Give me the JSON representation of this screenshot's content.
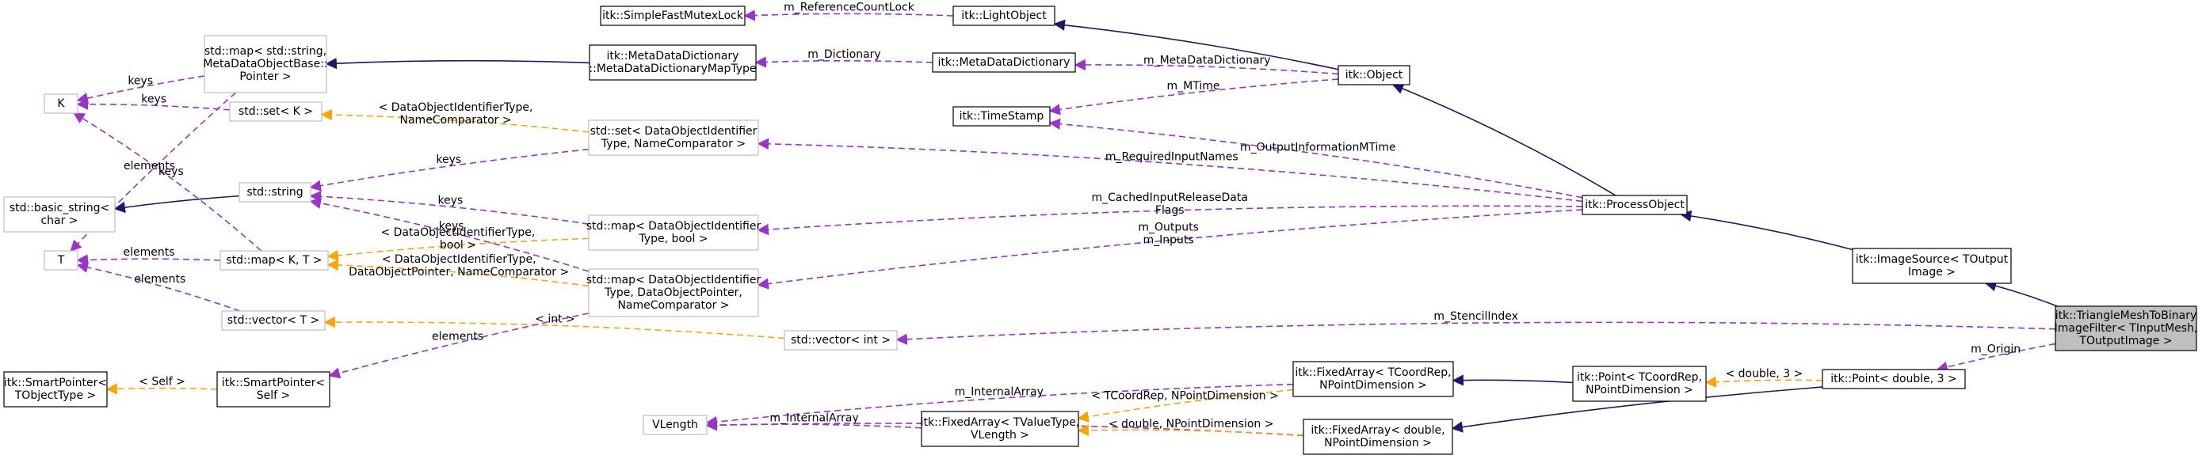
{
  "nodes": [
    {
      "id": "simplefastmutexlock",
      "style": "solid",
      "lines": [
        "itk::SimpleFastMutexLock"
      ]
    },
    {
      "id": "lightobject",
      "style": "solid",
      "lines": [
        "itk::LightObject"
      ]
    },
    {
      "id": "stdmap-string",
      "style": "gray",
      "lines": [
        "std::map< std::string,",
        "MetaDataObjectBase::",
        "Pointer >"
      ]
    },
    {
      "id": "mddict-maptype",
      "style": "solid",
      "lines": [
        "itk::MetaDataDictionary",
        "::MetaDataDictionaryMapType"
      ]
    },
    {
      "id": "mddict",
      "style": "solid",
      "lines": [
        "itk::MetaDataDictionary"
      ]
    },
    {
      "id": "object",
      "style": "solid",
      "lines": [
        "itk::Object"
      ]
    },
    {
      "id": "K",
      "style": "gray",
      "lines": [
        "K"
      ]
    },
    {
      "id": "stdset-K",
      "style": "gray",
      "lines": [
        "std::set< K >"
      ]
    },
    {
      "id": "timestamp",
      "style": "solid",
      "lines": [
        "itk::TimeStamp"
      ]
    },
    {
      "id": "stdset-dataobj",
      "style": "gray",
      "lines": [
        "std::set< DataObjectIdentifier",
        "Type, NameComparator >"
      ]
    },
    {
      "id": "stdstring",
      "style": "gray",
      "lines": [
        "std::string"
      ]
    },
    {
      "id": "basicstring",
      "style": "gray",
      "lines": [
        "std::basic_string<",
        "char >"
      ]
    },
    {
      "id": "processobject",
      "style": "solid",
      "lines": [
        "itk::ProcessObject"
      ]
    },
    {
      "id": "stdmap-bool",
      "style": "gray",
      "lines": [
        "std::map< DataObjectIdentifier",
        "Type, bool >"
      ]
    },
    {
      "id": "T",
      "style": "gray",
      "lines": [
        "T"
      ]
    },
    {
      "id": "stdmap-KT",
      "style": "gray",
      "lines": [
        "std::map< K, T >"
      ]
    },
    {
      "id": "stdmap-dataobjptr",
      "style": "gray",
      "lines": [
        "std::map< DataObjectIdentifier",
        "Type, DataObjectPointer,",
        "NameComparator >"
      ]
    },
    {
      "id": "imagesource",
      "style": "solid",
      "lines": [
        "itk::ImageSource< TOutput",
        "Image >"
      ]
    },
    {
      "id": "stdvector-T",
      "style": "gray",
      "lines": [
        "std::vector< T >"
      ]
    },
    {
      "id": "stdvector-int",
      "style": "gray",
      "lines": [
        "std::vector< int >"
      ]
    },
    {
      "id": "trianglemeshfilter",
      "style": "hl",
      "lines": [
        "itk::TriangleMeshToBinary",
        "ImageFilter< TInputMesh,",
        "TOutputImage >"
      ]
    },
    {
      "id": "smartpointer-tobj",
      "style": "solid",
      "lines": [
        "itk::SmartPointer<",
        "TObjectType >"
      ]
    },
    {
      "id": "smartpointer-self",
      "style": "solid",
      "lines": [
        "itk::SmartPointer<",
        "Self >"
      ]
    },
    {
      "id": "fixedarray-tcoordrep",
      "style": "solid",
      "lines": [
        "itk::FixedArray< TCoordRep,",
        "NPointDimension >"
      ]
    },
    {
      "id": "point-tcoordrep",
      "style": "solid",
      "lines": [
        "itk::Point< TCoordRep,",
        "NPointDimension >"
      ]
    },
    {
      "id": "point-double3",
      "style": "solid",
      "lines": [
        "itk::Point< double, 3 >"
      ]
    },
    {
      "id": "vlength",
      "style": "gray",
      "lines": [
        "VLength"
      ]
    },
    {
      "id": "fixedarray-tvalue",
      "style": "solid",
      "lines": [
        "itk::FixedArray< TValueType,",
        "VLength >"
      ]
    },
    {
      "id": "fixedarray-double",
      "style": "solid",
      "lines": [
        "itk::FixedArray< double,",
        "NPointDimension >"
      ]
    }
  ],
  "edges": [
    {
      "from": "simplefastmutexlock",
      "to": "lightobject",
      "kind": "usage",
      "label": [
        "m_ReferenceCountLock"
      ]
    },
    {
      "from": "lightobject",
      "to": "object",
      "kind": "inherit",
      "label": []
    },
    {
      "from": "stdmap-string",
      "to": "mddict-maptype",
      "kind": "inherit",
      "label": []
    },
    {
      "from": "mddict-maptype",
      "to": "mddict",
      "kind": "usage",
      "label": [
        "m_Dictionary"
      ]
    },
    {
      "from": "mddict",
      "to": "object",
      "kind": "usage",
      "label": [
        "m_MetaDataDictionary"
      ]
    },
    {
      "from": "timestamp",
      "to": "object",
      "kind": "usage",
      "label": [
        "m_MTime"
      ]
    },
    {
      "from": "K",
      "to": "stdmap-string",
      "kind": "usage",
      "label": [
        "keys"
      ]
    },
    {
      "from": "K",
      "to": "stdset-K",
      "kind": "usage",
      "label": [
        "keys"
      ]
    },
    {
      "from": "K",
      "to": "stdmap-KT",
      "kind": "usage",
      "label": [
        "keys"
      ]
    },
    {
      "from": "stdset-K",
      "to": "stdset-dataobj",
      "kind": "template",
      "label": [
        "< DataObjectIdentifierType,",
        "NameComparator >"
      ]
    },
    {
      "from": "stdstring",
      "to": "stdset-dataobj",
      "kind": "usage",
      "label": [
        "keys"
      ]
    },
    {
      "from": "stdstring",
      "to": "stdmap-bool",
      "kind": "usage",
      "label": [
        "keys"
      ]
    },
    {
      "from": "stdstring",
      "to": "stdmap-dataobjptr",
      "kind": "usage",
      "label": [
        "keys"
      ]
    },
    {
      "from": "basicstring",
      "to": "stdstring",
      "kind": "inherit",
      "label": []
    },
    {
      "from": "object",
      "to": "processobject",
      "kind": "inherit",
      "label": []
    },
    {
      "from": "timestamp",
      "to": "processobject",
      "kind": "usage",
      "label": [
        "m_OutputInformationMTime"
      ]
    },
    {
      "from": "stdset-dataobj",
      "to": "processobject",
      "kind": "usage",
      "label": [
        "m_RequiredInputNames"
      ]
    },
    {
      "from": "stdmap-bool",
      "to": "processobject",
      "kind": "usage",
      "label": [
        "m_CachedInputReleaseData",
        "Flags"
      ]
    },
    {
      "from": "stdmap-dataobjptr",
      "to": "processobject",
      "kind": "usage",
      "label": [
        "m_Outputs",
        "m_Inputs"
      ]
    },
    {
      "from": "T",
      "to": "stdmap-string",
      "kind": "usage",
      "label": [
        "elements"
      ]
    },
    {
      "from": "T",
      "to": "stdmap-KT",
      "kind": "usage",
      "label": [
        "elements"
      ]
    },
    {
      "from": "T",
      "to": "stdvector-T",
      "kind": "usage",
      "label": [
        "elements"
      ]
    },
    {
      "from": "stdmap-KT",
      "to": "stdmap-bool",
      "kind": "template",
      "label": [
        "< DataObjectIdentifierType,",
        "bool >"
      ]
    },
    {
      "from": "stdmap-KT",
      "to": "stdmap-dataobjptr",
      "kind": "template",
      "label": [
        "< DataObjectIdentifierType,",
        "DataObjectPointer, NameComparator >"
      ]
    },
    {
      "from": "processobject",
      "to": "imagesource",
      "kind": "inherit",
      "label": []
    },
    {
      "from": "imagesource",
      "to": "trianglemeshfilter",
      "kind": "inherit",
      "label": []
    },
    {
      "from": "stdvector-T",
      "to": "stdvector-int",
      "kind": "template",
      "label": [
        "< int >"
      ]
    },
    {
      "from": "stdvector-int",
      "to": "trianglemeshfilter",
      "kind": "usage",
      "label": [
        "m_StencilIndex"
      ]
    },
    {
      "from": "point-double3",
      "to": "trianglemeshfilter",
      "kind": "usage",
      "label": [
        "m_Origin"
      ]
    },
    {
      "from": "smartpointer-tobj",
      "to": "smartpointer-self",
      "kind": "template",
      "label": [
        "< Self >"
      ]
    },
    {
      "from": "smartpointer-self",
      "to": "stdmap-dataobjptr",
      "kind": "usage",
      "label": [
        "elements"
      ]
    },
    {
      "from": "vlength",
      "to": "fixedarray-tcoordrep",
      "kind": "usage",
      "label": [
        "m_InternalArray"
      ]
    },
    {
      "from": "vlength",
      "to": "fixedarray-tvalue",
      "kind": "usage",
      "label": [
        "m_InternalArray"
      ]
    },
    {
      "from": "vlength",
      "to": "fixedarray-double",
      "kind": "usage",
      "label": [
        "m_InternalArray"
      ]
    },
    {
      "from": "fixedarray-tvalue",
      "to": "fixedarray-tcoordrep",
      "kind": "template",
      "label": [
        "< TCoordRep, NPointDimension >"
      ]
    },
    {
      "from": "fixedarray-tvalue",
      "to": "fixedarray-double",
      "kind": "template",
      "label": [
        "< double, NPointDimension >"
      ]
    },
    {
      "from": "fixedarray-tcoordrep",
      "to": "point-tcoordrep",
      "kind": "inherit",
      "label": []
    },
    {
      "from": "point-tcoordrep",
      "to": "point-double3",
      "kind": "template",
      "label": [
        "< double, 3 >"
      ]
    },
    {
      "from": "fixedarray-double",
      "to": "point-double3",
      "kind": "inherit",
      "label": []
    }
  ],
  "colors": {
    "inherit": "#191970",
    "usage": "#9a32cd",
    "template": "#ffa500",
    "highlight_fill": "#bfbfbf",
    "gray_border": "#bfbfbf"
  }
}
